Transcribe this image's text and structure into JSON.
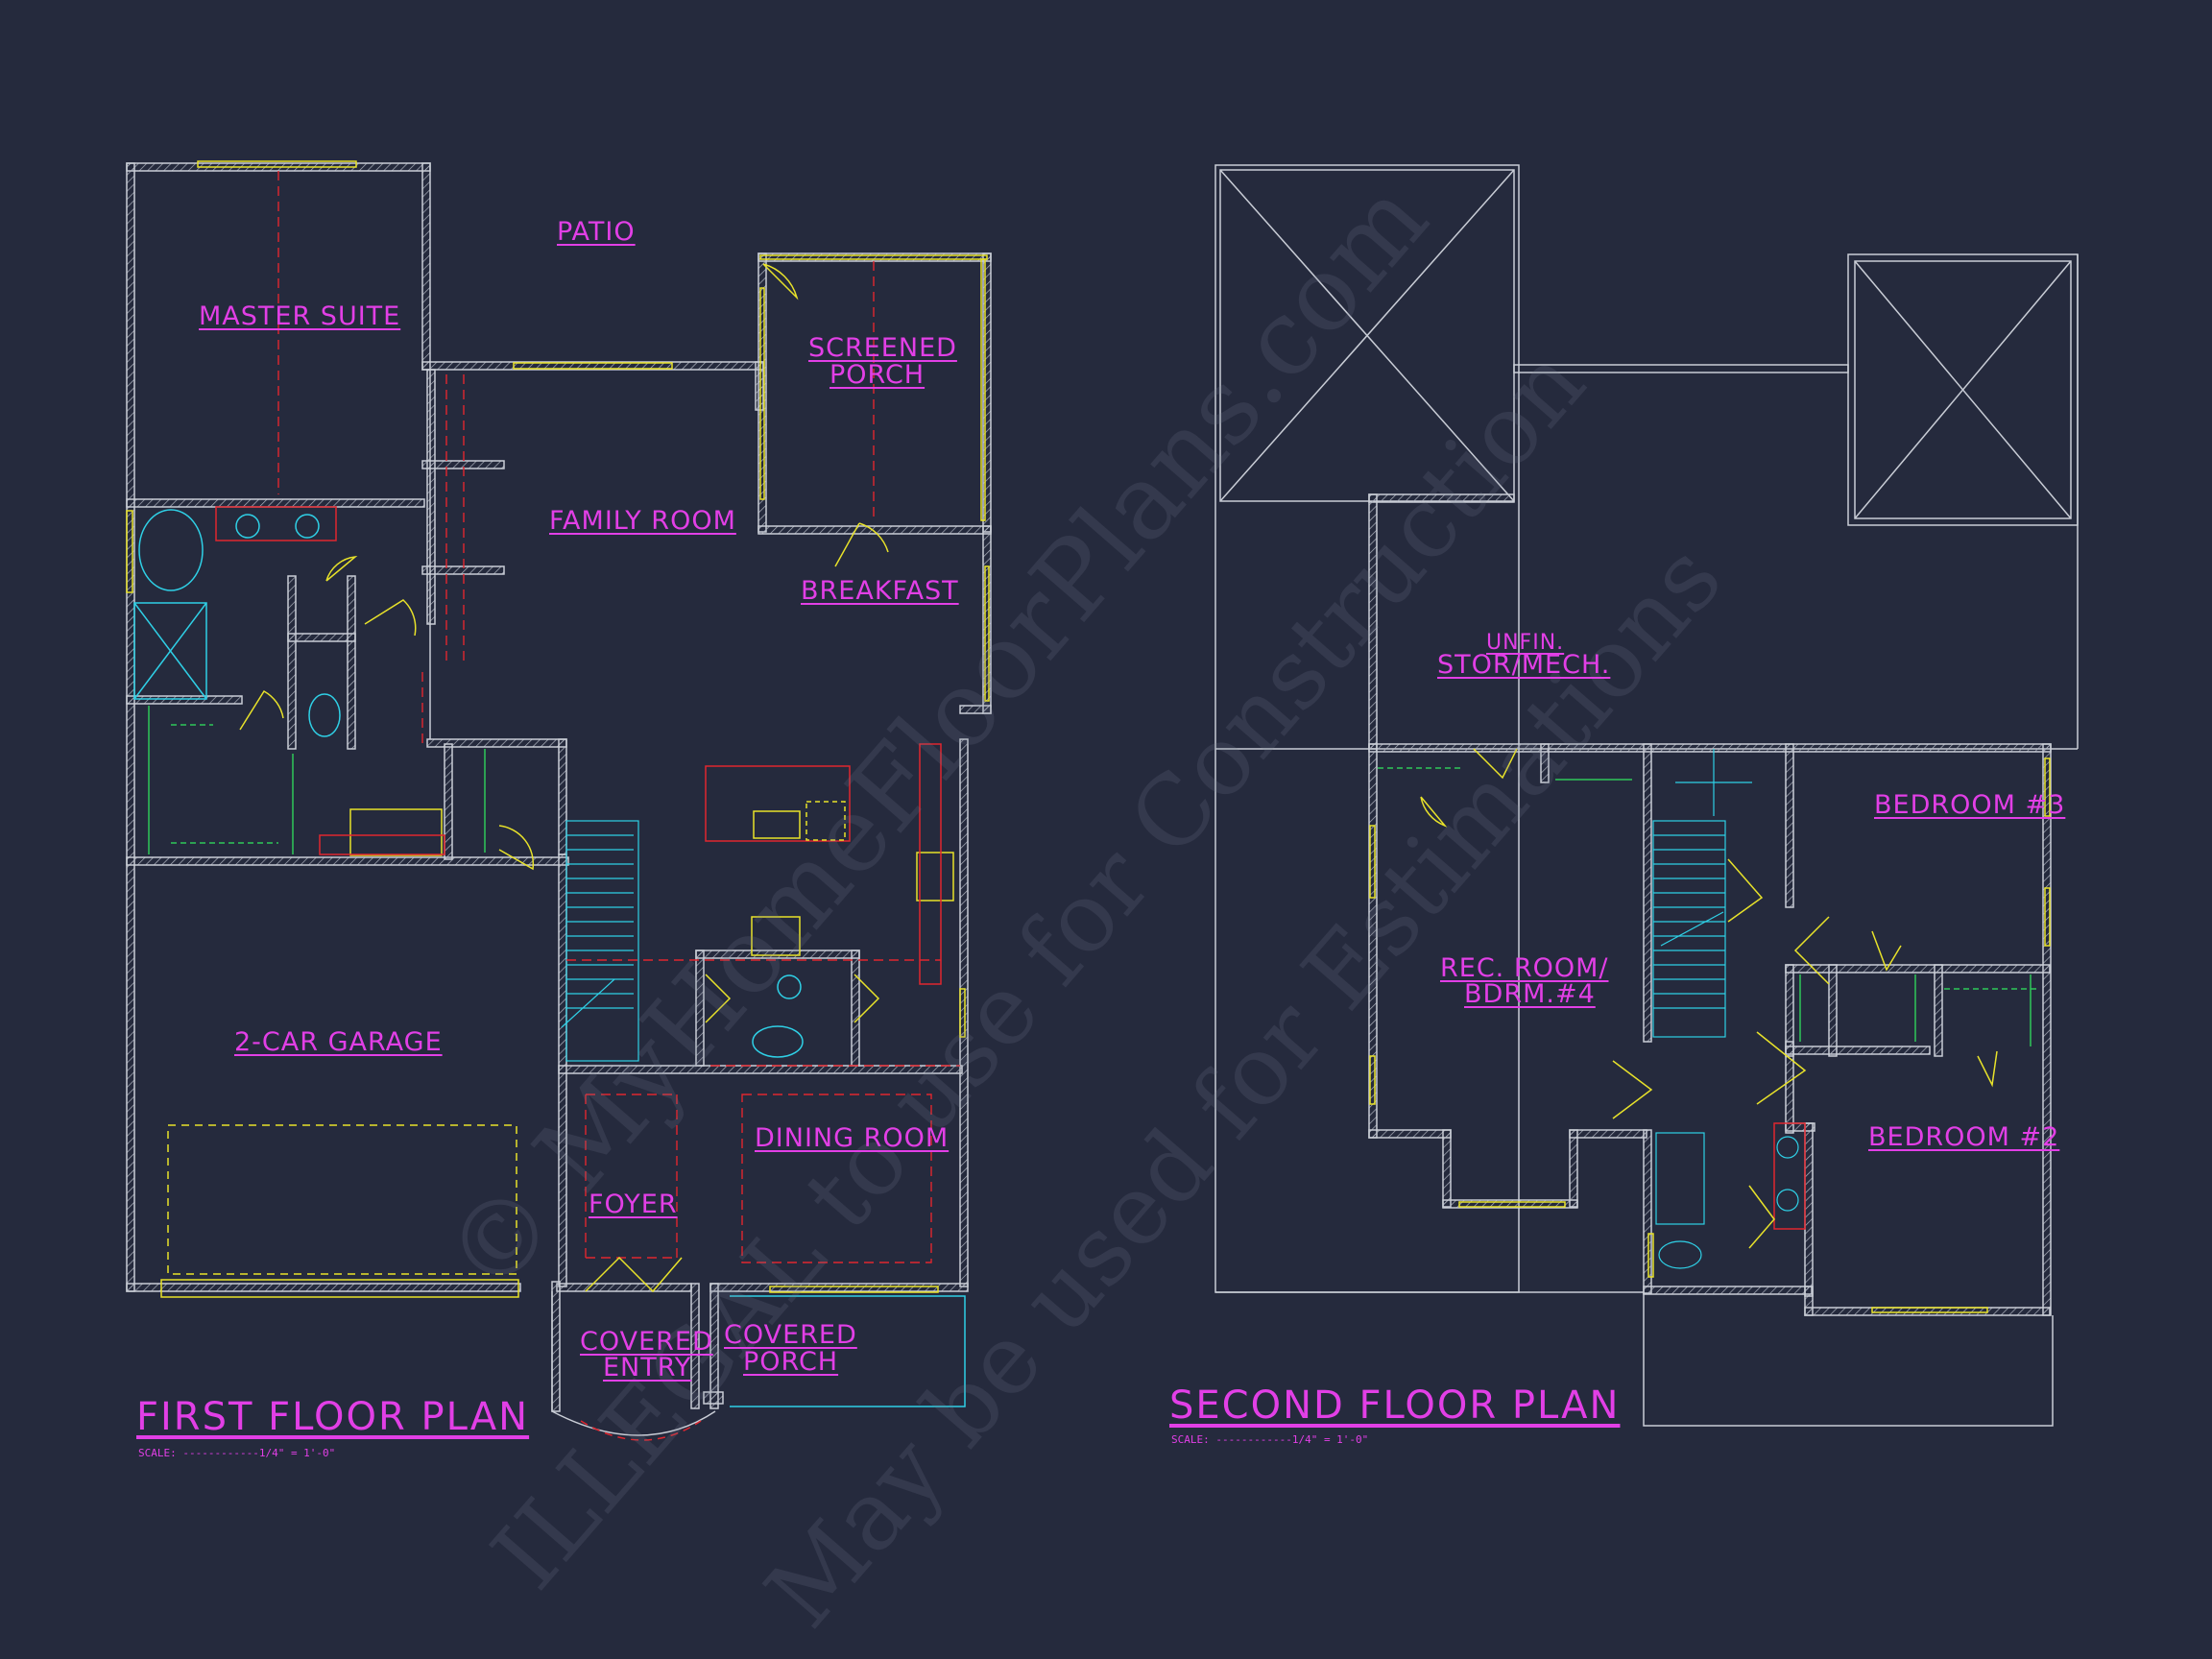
{
  "watermark": {
    "line1": "© MyHomeFloorPlans.com",
    "line2": "ILLEGAL to use for Construction",
    "line3": "May be used for Estimations"
  },
  "first_floor": {
    "title": "FIRST FLOOR PLAN",
    "scale": "SCALE: ------------1/4\" = 1'-0\"",
    "rooms": {
      "patio": "PATIO",
      "master_suite": "MASTER SUITE",
      "screened_porch_1": "SCREENED",
      "screened_porch_2": "PORCH",
      "family_room": "FAMILY ROOM",
      "breakfast": "BREAKFAST",
      "garage": "2-CAR GARAGE",
      "dining_room": "DINING ROOM",
      "foyer": "FOYER",
      "covered_entry_1": "COVERED",
      "covered_entry_2": "ENTRY",
      "covered_porch_1": "COVERED",
      "covered_porch_2": "PORCH"
    }
  },
  "second_floor": {
    "title": "SECOND FLOOR PLAN",
    "scale": "SCALE: ------------1/4\" = 1'-0\"",
    "rooms": {
      "unfin_1": "UNFIN.",
      "unfin_2": "STOR/MECH.",
      "bedroom3": "BEDROOM #3",
      "rec_room_1": "REC. ROOM/",
      "rec_room_2": "BDRM.#4",
      "bedroom2": "BEDROOM #2"
    }
  },
  "colors": {
    "background": "#252a3d",
    "wall": "#c9cdd6",
    "label": "#e23fe6",
    "door": "#e8e22a",
    "fixture": "#2fd0e6",
    "dashed": "#e0262f",
    "green": "#2fc85a"
  }
}
